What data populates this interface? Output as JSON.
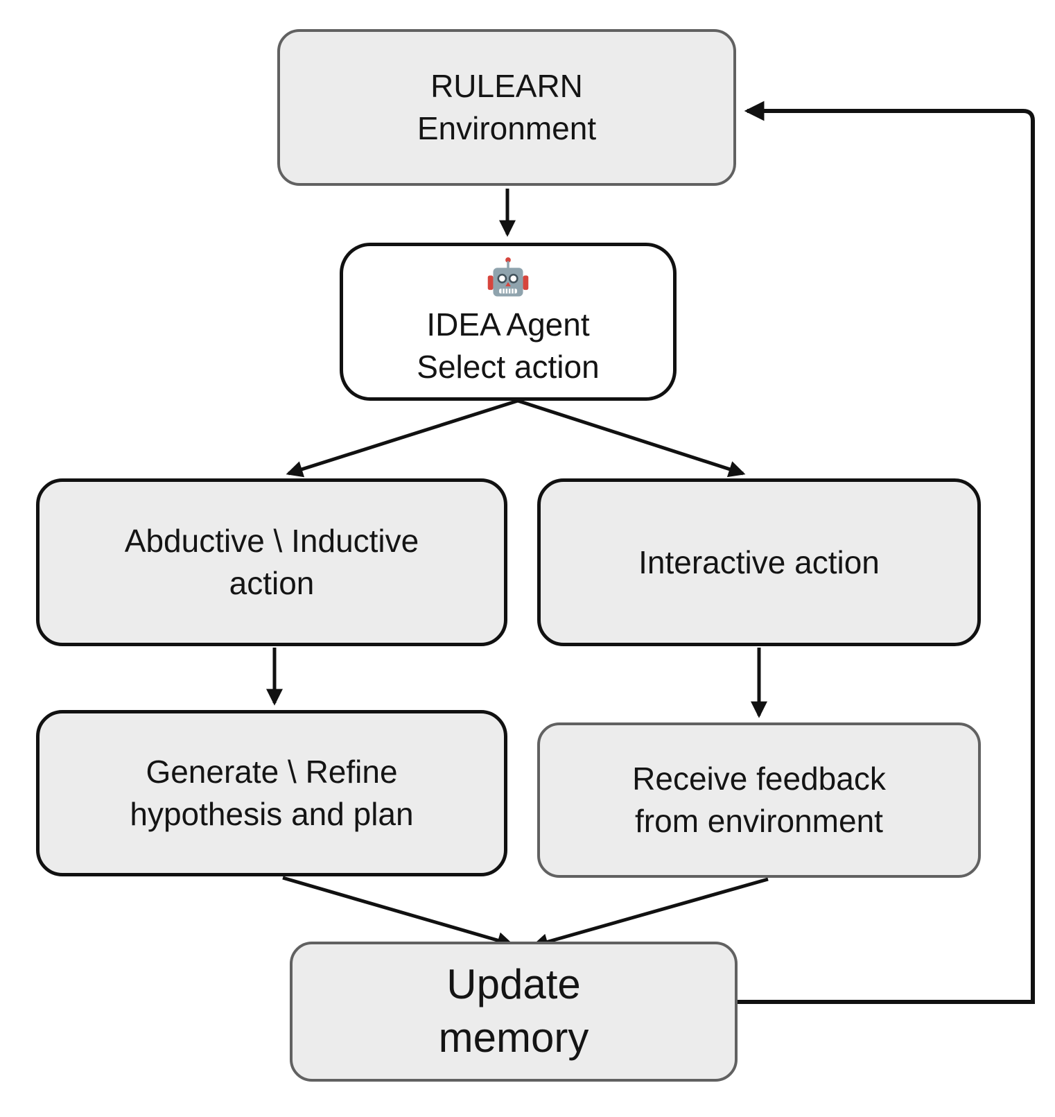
{
  "diagram": {
    "type": "flowchart",
    "nodes": {
      "rulearn": {
        "label": "RULEARN\nEnvironment"
      },
      "idea": {
        "label": "IDEA Agent\nSelect action",
        "icon": "robot-icon"
      },
      "abductive": {
        "label": "Abductive \\ Inductive\naction"
      },
      "interactive": {
        "label": "Interactive action"
      },
      "generate": {
        "label": "Generate \\ Refine\nhypothesis and plan"
      },
      "receive": {
        "label": "Receive feedback\nfrom environment"
      },
      "update": {
        "label": "Update\nmemory"
      }
    },
    "edges": [
      {
        "from": "RULEARN Environment",
        "to": "IDEA Agent Select action"
      },
      {
        "from": "IDEA Agent Select action",
        "to": "Abductive \\ Inductive action"
      },
      {
        "from": "IDEA Agent Select action",
        "to": "Interactive action"
      },
      {
        "from": "Abductive \\ Inductive action",
        "to": "Generate \\ Refine hypothesis and plan"
      },
      {
        "from": "Interactive action",
        "to": "Receive feedback from environment"
      },
      {
        "from": "Generate \\ Refine hypothesis and plan",
        "to": "Update memory"
      },
      {
        "from": "Receive feedback from environment",
        "to": "Update memory"
      },
      {
        "from": "Update memory",
        "to": "RULEARN Environment"
      }
    ],
    "colors": {
      "background": "#ffffff",
      "node_fill_gray": "#ececec",
      "node_fill_white": "#ffffff",
      "border_black": "#111111",
      "border_gray": "#616161",
      "arrow": "#111111",
      "text": "#141414",
      "robot_head": "#8fa3ad",
      "robot_red": "#d6453d",
      "robot_eye_ring": "#42525b"
    }
  }
}
